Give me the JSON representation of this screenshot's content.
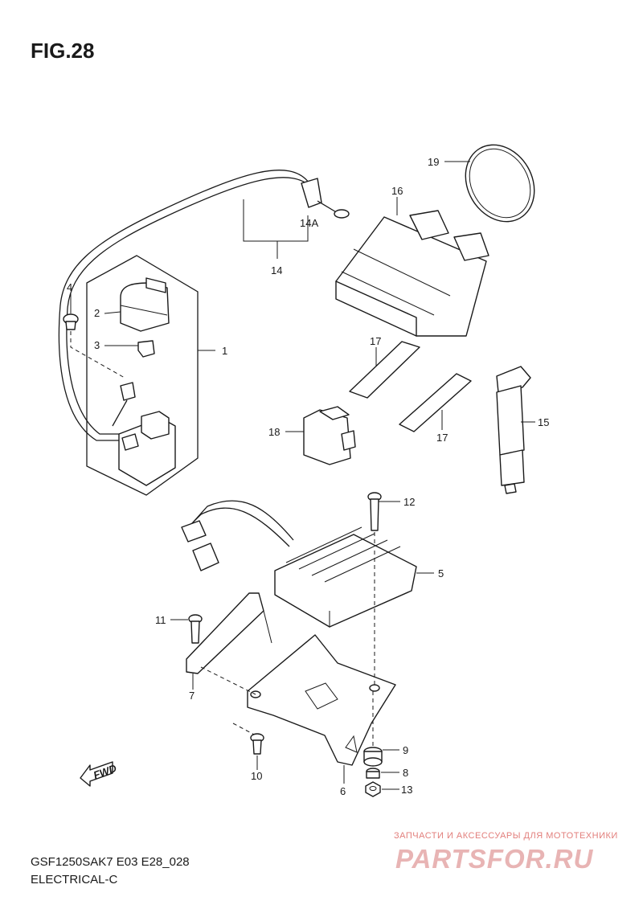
{
  "figure": {
    "title": "FIG.28"
  },
  "footer": {
    "model_code": "GSF1250SAK7 E03 E28_028",
    "section": "ELECTRICAL-C"
  },
  "watermark": {
    "subtitle": "ЗАПЧАСТИ И АКСЕССУАРЫ ДЛЯ МОТОТЕХНИКИ",
    "site": "PARTSFOR.RU"
  },
  "fwd_arrow": {
    "label": "FWD"
  },
  "callouts": {
    "c1": "1",
    "c2": "2",
    "c3": "3",
    "c4": "4",
    "c5": "5",
    "c6": "6",
    "c7": "7",
    "c8": "8",
    "c9": "9",
    "c10": "10",
    "c11": "11",
    "c12": "12",
    "c13": "13",
    "c14": "14",
    "c14a": "14A",
    "c15": "15",
    "c16": "16",
    "c17a": "17",
    "c17b": "17",
    "c18": "18",
    "c19": "19"
  }
}
